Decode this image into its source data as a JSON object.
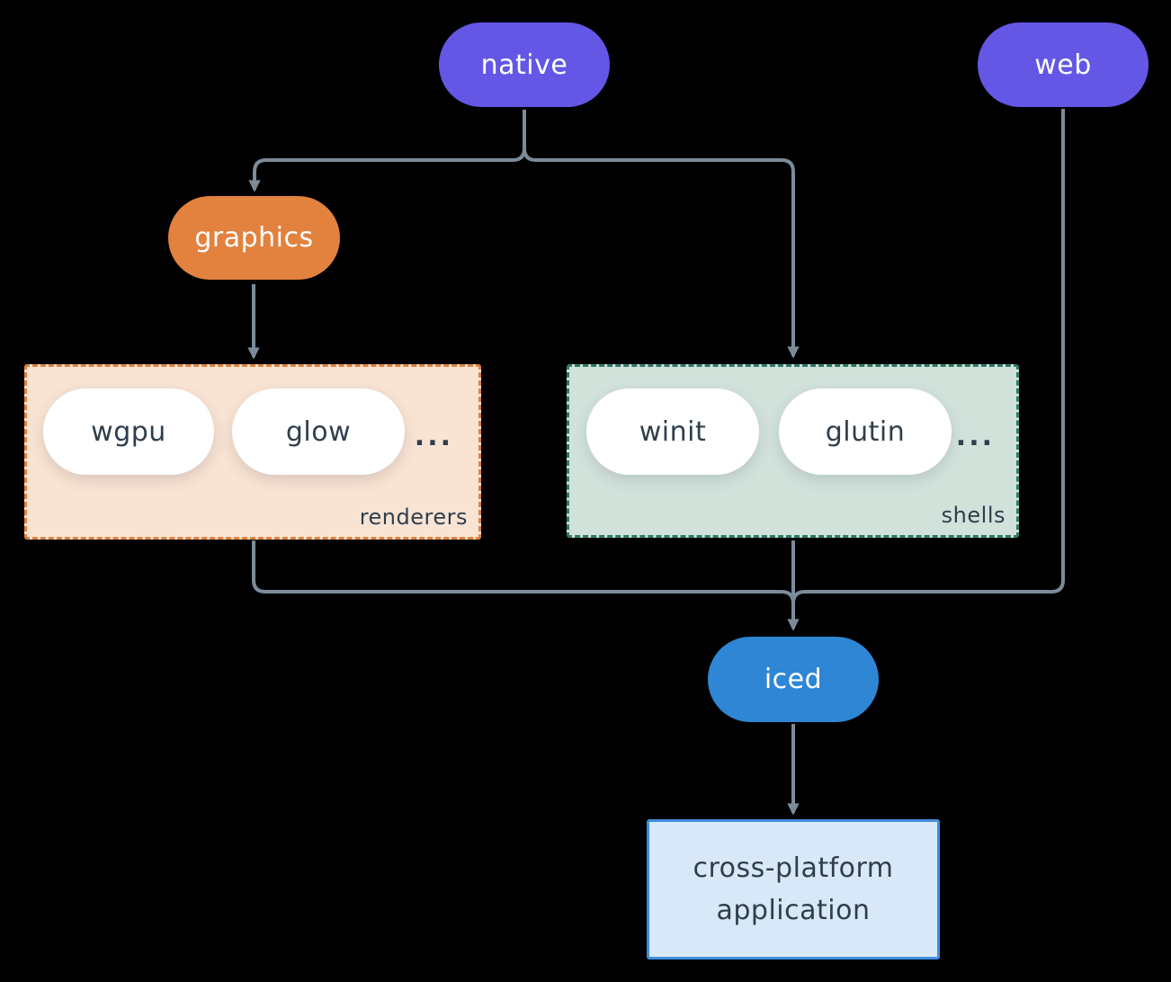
{
  "nodes": {
    "native": {
      "label": "native",
      "color": "#6457e6"
    },
    "web": {
      "label": "web",
      "color": "#6457e6"
    },
    "graphics": {
      "label": "graphics",
      "color": "#e2823e"
    },
    "iced": {
      "label": "iced",
      "color": "#2e86d5"
    },
    "application": {
      "label": "cross-platform application",
      "bg": "#d8e8f8",
      "border": "#3e8edd"
    }
  },
  "groups": {
    "renderers": {
      "label": "renderers",
      "items": [
        "wgpu",
        "glow"
      ],
      "ellipsis": "...",
      "bg": "#f9e3d3",
      "border": "#e2823e"
    },
    "shells": {
      "label": "shells",
      "items": [
        "winit",
        "glutin"
      ],
      "ellipsis": "...",
      "bg": "#d2e2db",
      "border": "#2e7a6b"
    }
  },
  "edges": [
    {
      "from": "native",
      "to": "graphics"
    },
    {
      "from": "native",
      "to": "shells"
    },
    {
      "from": "graphics",
      "to": "renderers"
    },
    {
      "from": "renderers",
      "to": "iced"
    },
    {
      "from": "shells",
      "to": "iced"
    },
    {
      "from": "web",
      "to": "iced"
    },
    {
      "from": "iced",
      "to": "application"
    }
  ],
  "colors": {
    "background": "#000000",
    "node_purple": "#6457e6",
    "node_orange": "#e2823e",
    "node_blue": "#2e86d5",
    "pill_white": "#ffffff",
    "text_light": "#ffffff",
    "text_dark": "#2f3e4c",
    "edge_gray": "#7b8b99",
    "renderers_bg": "#f9e3d3",
    "renderers_border": "#e2823e",
    "shells_bg": "#d2e2db",
    "shells_border": "#2e7a6b",
    "app_bg": "#d8e8f8",
    "app_border": "#3e8edd"
  }
}
